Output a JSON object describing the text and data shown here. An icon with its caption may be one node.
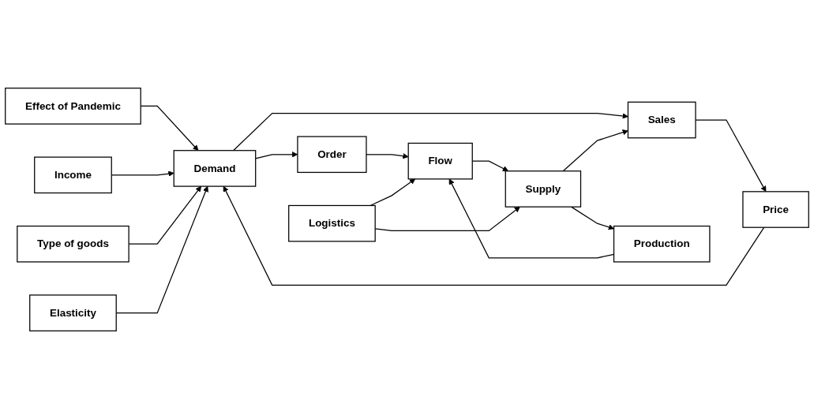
{
  "diagram": {
    "nodes": [
      {
        "text": [
          "Effect of Pandemic"
        ]
      },
      {
        "text": [
          "Income"
        ]
      },
      {
        "text": [
          "Type of goods"
        ]
      },
      {
        "text": [
          "Elasticity"
        ]
      },
      {
        "text": [
          "Order"
        ]
      },
      {
        "text": [
          "Demand"
        ]
      },
      {
        "text": [
          "Price"
        ]
      },
      {
        "text": [
          "Sales"
        ]
      },
      {
        "text": [
          "Production"
        ]
      },
      {
        "text": [
          "Flow"
        ]
      },
      {
        "text": [
          "Supply"
        ]
      },
      {
        "text": [
          "Logistics"
        ]
      }
    ],
    "edges": [
      {
        "from": 0,
        "to": 5,
        "arrow": "to"
      },
      {
        "from": 1,
        "to": 5,
        "arrow": "to"
      },
      {
        "from": 2,
        "to": 5,
        "arrow": "to"
      },
      {
        "from": 3,
        "to": 5,
        "arrow": "to"
      },
      {
        "from": 5,
        "to": 4,
        "arrow": "to"
      },
      {
        "from": 5,
        "to": 7,
        "arrow": "to"
      },
      {
        "from": 6,
        "to": 5,
        "arrow": "to"
      },
      {
        "from": 7,
        "to": 6,
        "arrow": "to"
      },
      {
        "from": 4,
        "to": 9,
        "arrow": "to"
      },
      {
        "from": 8,
        "to": 9,
        "arrow": "to"
      },
      {
        "from": 9,
        "to": 10,
        "arrow": "to"
      },
      {
        "from": 10,
        "to": 8,
        "arrow": "to"
      },
      {
        "from": 11,
        "to": 10,
        "arrow": "to"
      },
      {
        "from": 11,
        "to": 9,
        "arrow": "to"
      },
      {
        "from": 10,
        "to": 7,
        "arrow": "to"
      }
    ]
  }
}
